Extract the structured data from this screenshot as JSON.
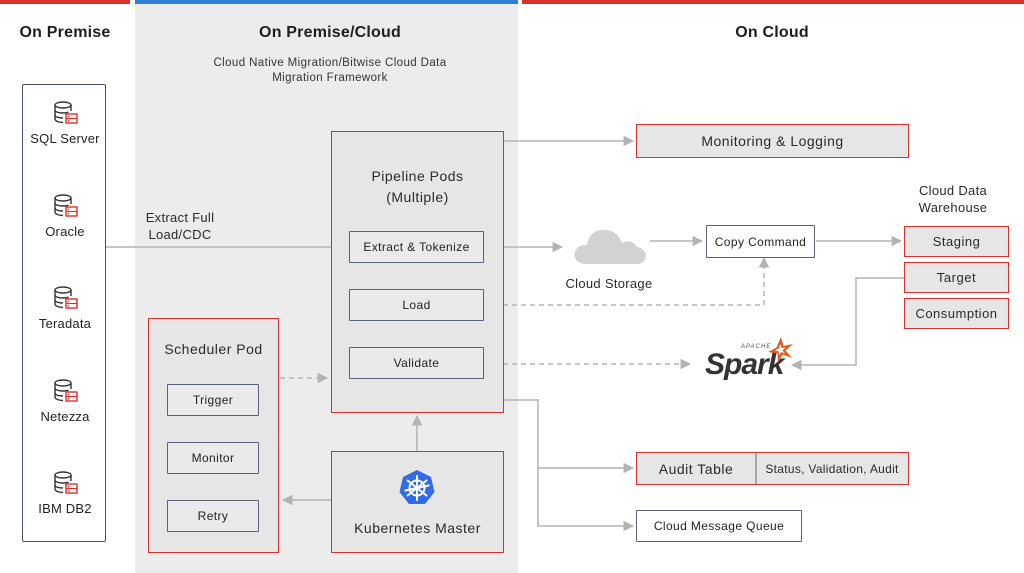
{
  "colors": {
    "red": "#d9302c",
    "blue": "#2f7fd6",
    "arrow": "#b3b3b3",
    "dark_border": "#45506a"
  },
  "columns": {
    "on_premise": "On Premise",
    "hybrid": "On Premise/Cloud",
    "cloud": "On Cloud"
  },
  "framework_subtitle": [
    "Cloud Native Migration/Bitwise Cloud Data",
    "Migration Framework"
  ],
  "sources": [
    {
      "label": "SQL Server",
      "icon": "database-icon"
    },
    {
      "label": "Oracle",
      "icon": "database-icon"
    },
    {
      "label": "Teradata",
      "icon": "database-icon"
    },
    {
      "label": "Netezza",
      "icon": "database-icon"
    },
    {
      "label": "IBM DB2",
      "icon": "database-icon"
    }
  ],
  "extract_label": [
    "Extract Full",
    "Load/CDC"
  ],
  "pipeline": {
    "title": [
      "Pipeline Pods",
      "(Multiple)"
    ],
    "steps": [
      "Extract & Tokenize",
      "Load",
      "Validate"
    ]
  },
  "scheduler": {
    "title": "Scheduler Pod",
    "steps": [
      "Trigger",
      "Monitor",
      "Retry"
    ]
  },
  "kubernetes": {
    "title": "Kubernetes Master",
    "icon": "kubernetes-icon"
  },
  "monitoring": "Monitoring & Logging",
  "cloud_storage": {
    "label": "Cloud Storage",
    "icon": "cloud-icon"
  },
  "copy_command": "Copy Command",
  "warehouse": {
    "title": [
      "Cloud Data",
      "Warehouse"
    ],
    "layers": [
      "Staging",
      "Target",
      "Consumption"
    ]
  },
  "spark": {
    "brand": "Spark",
    "apache": "APACHE",
    "icon": "spark-logo-icon"
  },
  "audit": {
    "table": "Audit Table",
    "fields": "Status, Validation, Audit"
  },
  "message_queue": "Cloud Message Queue"
}
